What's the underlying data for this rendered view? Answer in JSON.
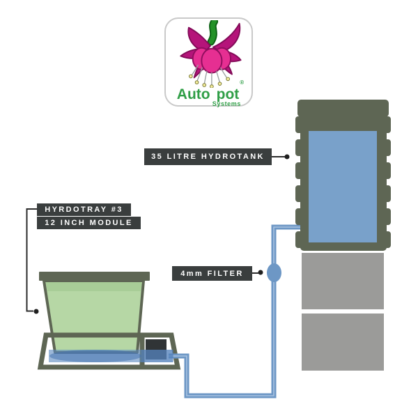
{
  "logo": {
    "brand_part1": "Auto",
    "brand_part2": "pot",
    "registered_mark": "®",
    "subtitle": "Systems"
  },
  "labels": {
    "hydrotank": "35 LITRE HYDROTANK",
    "tray_line1": "HYRDOTRAY #3",
    "tray_line2": "12 INCH MODULE",
    "filter": "4mm FILTER"
  },
  "colors": {
    "label_background": "#3a3e3e",
    "label_text": "#ffffff",
    "olive_plastic": "#5e6654",
    "tank_water_blue": "#79a1ca",
    "tube_blue": "#6d97c5",
    "pot_green": "#b6d7a5",
    "stand_gray": "#9b9b99",
    "brand_green": "#2f9e46",
    "flower_magenta": "#b5147a",
    "flower_pink": "#e62f92",
    "connector_dot": "#1f1f1f"
  }
}
